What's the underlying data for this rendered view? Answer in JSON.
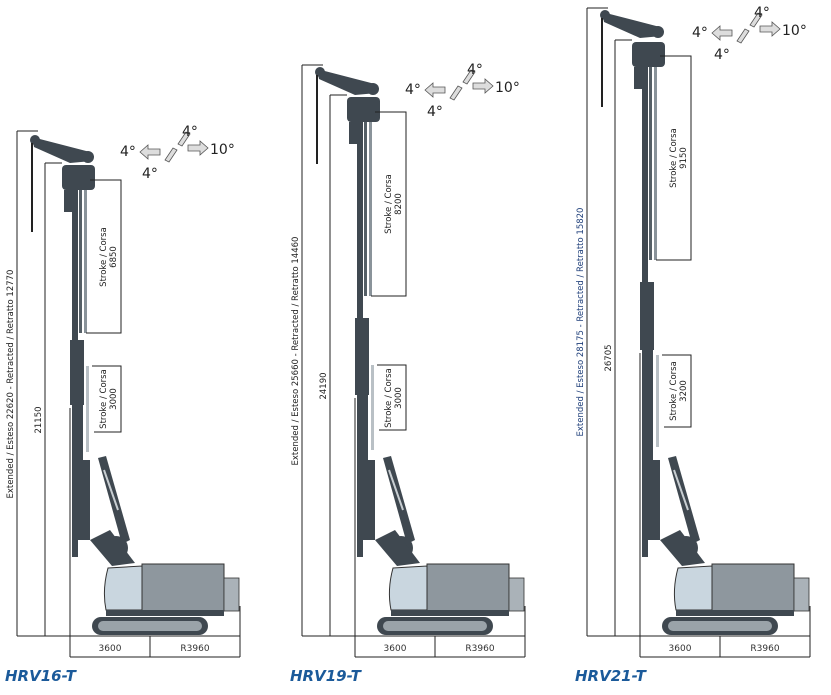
{
  "rigs": [
    {
      "model": "HRV16-T",
      "height_label": "Extended / Esteso 22620  -  Retracted / Retratto 12770",
      "mast_height": "21150",
      "stroke_upper": {
        "label": "Stroke / Corsa",
        "value": "6850"
      },
      "stroke_lower": {
        "label": "Stroke / Corsa",
        "value": "3000"
      },
      "base_width": "3600",
      "tail_radius": "R3960",
      "angles": {
        "left": "4°",
        "right": "10°",
        "front": "4°",
        "back": "4°"
      }
    },
    {
      "model": "HRV19-T",
      "height_label": "Extended / Esteso 25660  -  Retracted / Retratto 14460",
      "mast_height": "24190",
      "stroke_upper": {
        "label": "Stroke / Corsa",
        "value": "8200"
      },
      "stroke_lower": {
        "label": "Stroke / Corsa",
        "value": "3000"
      },
      "base_width": "3600",
      "tail_radius": "R3960",
      "angles": {
        "left": "4°",
        "right": "10°",
        "front": "4°",
        "back": "4°"
      }
    },
    {
      "model": "HRV21-T",
      "height_label": "Extended / Esteso 28175  -  Retracted / Retratto 15820",
      "mast_height": "26705",
      "stroke_upper": {
        "label": "Stroke / Corsa",
        "value": "9150"
      },
      "stroke_lower": {
        "label": "Stroke / Corsa",
        "value": "3200"
      },
      "base_width": "3600",
      "tail_radius": "R3960",
      "angles": {
        "left": "4°",
        "right": "10°",
        "front": "4°",
        "back": "4°"
      }
    }
  ],
  "colors": {
    "machine": "#3f4850",
    "machine_light": "#8e979e",
    "cab": "#c9d6df",
    "title": "#1b5a9a"
  }
}
